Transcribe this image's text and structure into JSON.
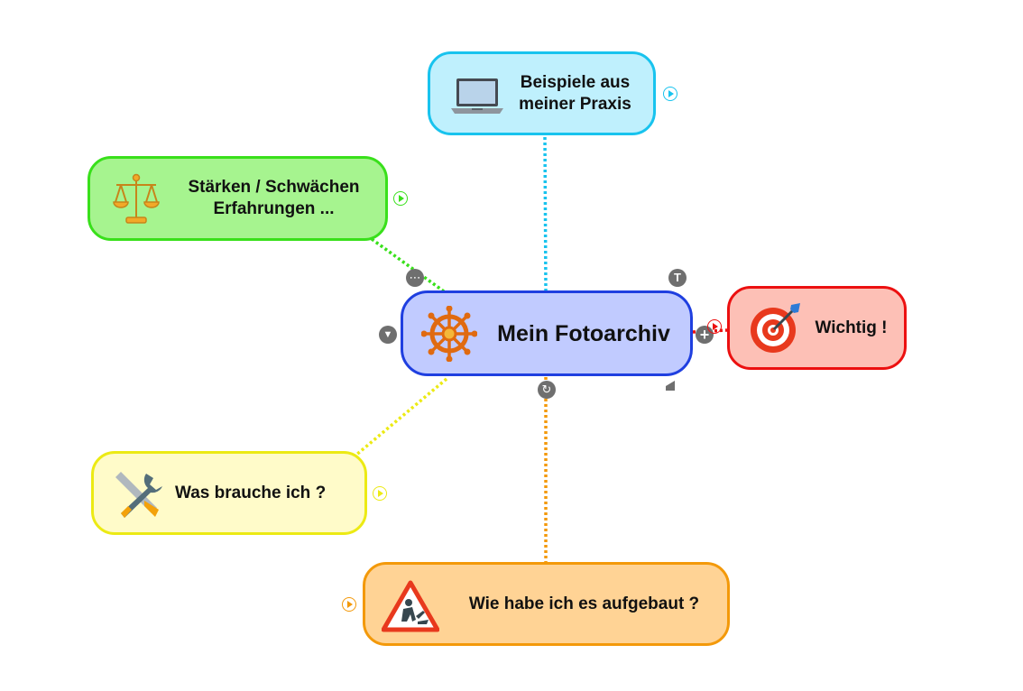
{
  "mindmap": {
    "center": {
      "label": "Mein Fotoarchiv",
      "icon": "ship-wheel-icon"
    },
    "nodes": [
      {
        "id": "praxis",
        "label_lines": [
          "Beispiele aus",
          "meiner Praxis"
        ],
        "icon": "laptop-icon",
        "color": "#18c3ee"
      },
      {
        "id": "staerken",
        "label_lines": [
          "Stärken / Schwächen",
          "Erfahrungen ..."
        ],
        "icon": "scales-icon",
        "color": "#39e01b"
      },
      {
        "id": "wichtig",
        "label_lines": [
          "Wichtig !"
        ],
        "icon": "target-icon",
        "color": "#ec1010"
      },
      {
        "id": "brauche",
        "label_lines": [
          "Was brauche ich ?"
        ],
        "icon": "tools-icon",
        "color": "#ecea14"
      },
      {
        "id": "aufgebaut",
        "label_lines": [
          "Wie habe ich es aufgebaut ?"
        ],
        "icon": "construction-sign-icon",
        "color": "#f3990a"
      }
    ],
    "colors": {
      "center_border": "#1f3fe0",
      "center_fill": "#c1cbff"
    },
    "controls": [
      "more-options-icon",
      "text-format-icon",
      "collapse-icon",
      "add-child-icon",
      "refresh-icon",
      "resize-handle-icon",
      "expand-arrow-icon"
    ]
  }
}
